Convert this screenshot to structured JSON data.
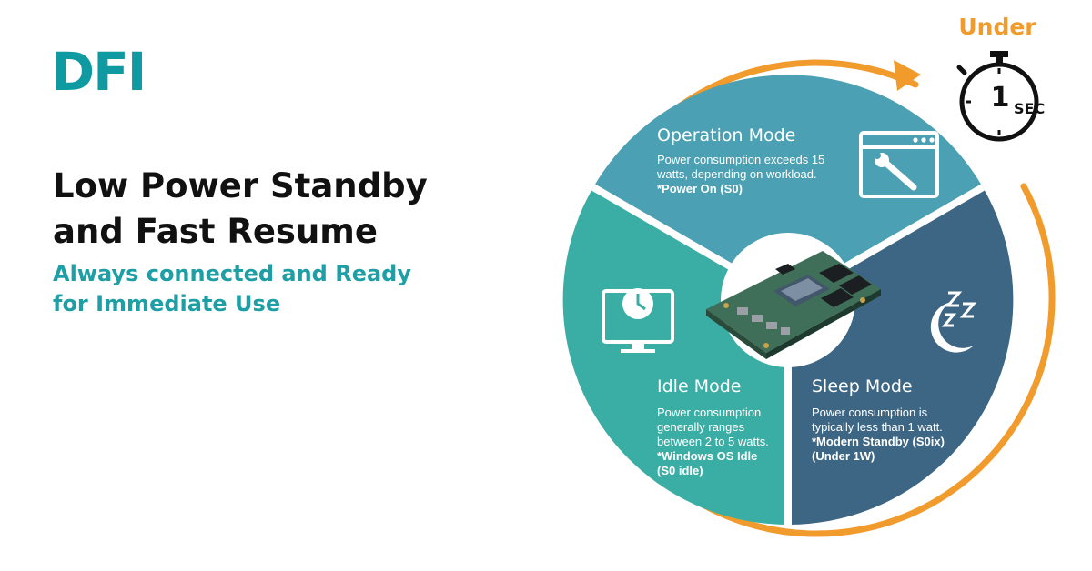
{
  "brand": {
    "logo_text": "DFI",
    "color": "#0e9aa0"
  },
  "headline": {
    "line1": "Low Power Standby",
    "line2": "and Fast Resume"
  },
  "subheadline": {
    "line1": "Always connected and Ready",
    "line2": "for Immediate Use"
  },
  "timer": {
    "label": "Under",
    "value": "1",
    "unit": "SEC",
    "icon": "stopwatch-icon"
  },
  "modes": {
    "operation": {
      "title": "Operation Mode",
      "body_line1": "Power consumption exceeds 15",
      "body_line2": "watts, depending on workload.",
      "note": "*Power On (S0)",
      "icon": "settings-window-icon",
      "color": "#4ba0b3"
    },
    "idle": {
      "title": "Idle Mode",
      "body_line1": "Power consumption",
      "body_line2": "generally ranges",
      "body_line3": "between 2 to 5 watts.",
      "note_line1": "*Windows OS Idle",
      "note_line2": "(S0 idle)",
      "icon": "monitor-clock-icon",
      "color": "#3aaea5"
    },
    "sleep": {
      "title": "Sleep Mode",
      "body_line1": "Power consumption is",
      "body_line2": "typically less than 1 watt.",
      "note_line1": "*Modern Standby (S0ix)",
      "note_line2": "(Under 1W)",
      "icon": "moon-sleep-icon",
      "color": "#3c6684"
    }
  },
  "center_image": "computer-module-board",
  "colors": {
    "accent_orange": "#f19b2c",
    "heading": "#111111",
    "subheading": "#1e9fa5"
  }
}
